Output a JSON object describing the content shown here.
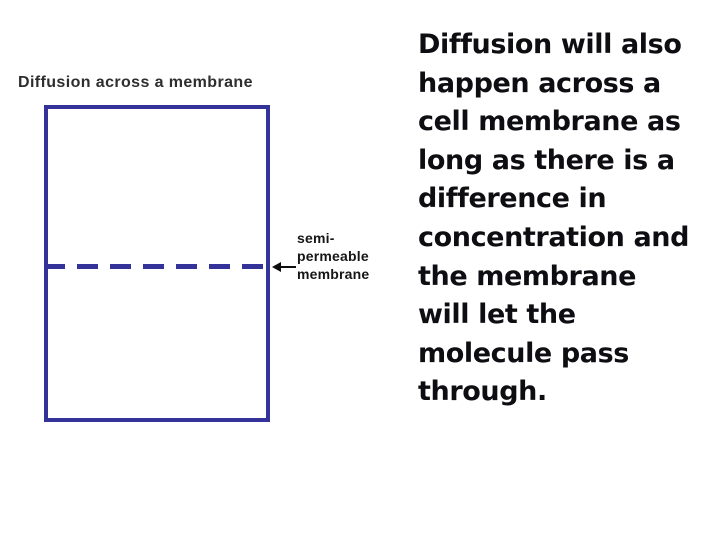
{
  "slide": {
    "diagram": {
      "title": "Diffusion across a membrane",
      "container_color": "#333399",
      "membrane_style": "dashed",
      "membrane_label": "semi-\npermeable\nmembrane",
      "arrow_color": "#0d0d0d"
    },
    "body": {
      "text": "Diffusion will also\nhappen across a\ncell membrane as\nlong as there is a\ndifference in\nconcentration and\nthe membrane\nwill let the\nmolecule pass\nthrough.",
      "text_color": "#0d0d12"
    },
    "background_color": "#ffffff"
  }
}
